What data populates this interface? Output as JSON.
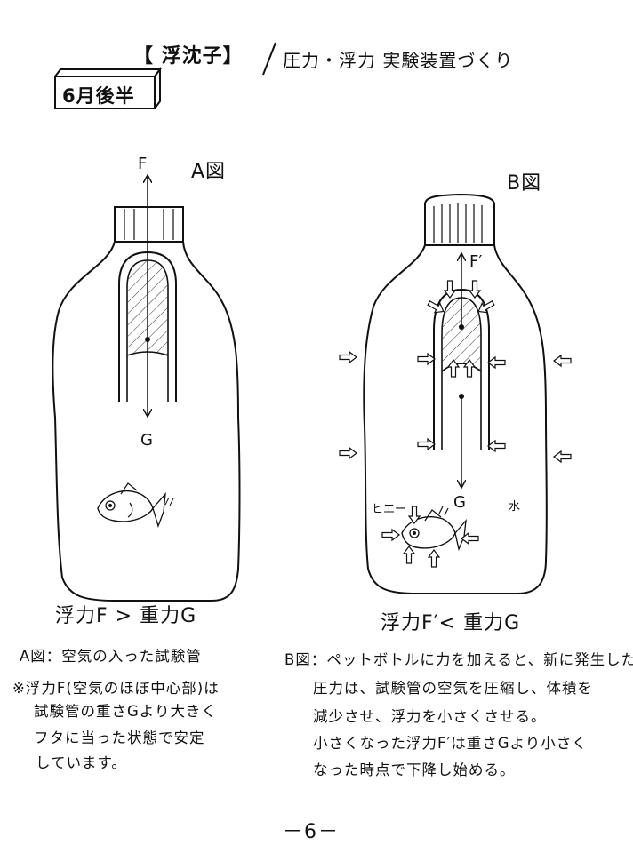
{
  "header": {
    "title": "【 浮沈子】",
    "subtitle": "圧力・浮力 実験装置づくり",
    "badge": "6月後半"
  },
  "figure_a": {
    "caption": "A図",
    "force_up": "F",
    "force_down": "G",
    "relation": "浮力F > 重力G"
  },
  "figure_b": {
    "caption": "B図",
    "force_up": "F′",
    "force_down": "G",
    "label_left": "ヒエー",
    "label_right": "水",
    "relation": "浮力F′< 重力G"
  },
  "notes_a": [
    "A図：空気の入った試験管",
    "※浮力F(空気のほぼ中心部)は",
    "試験管の重さGより大きく",
    "フタに当った状態で安定",
    "しています。"
  ],
  "notes_b": [
    "B図：ペットボトルに力を加えると、新に発生した",
    "圧力は、試験管の空気を圧縮し、体積を",
    "減少させ、浮力を小さくさせる。",
    "小さくなった浮力F′は重さGより小さく",
    "なった時点で下降し始める。"
  ],
  "page_number": "－6－"
}
